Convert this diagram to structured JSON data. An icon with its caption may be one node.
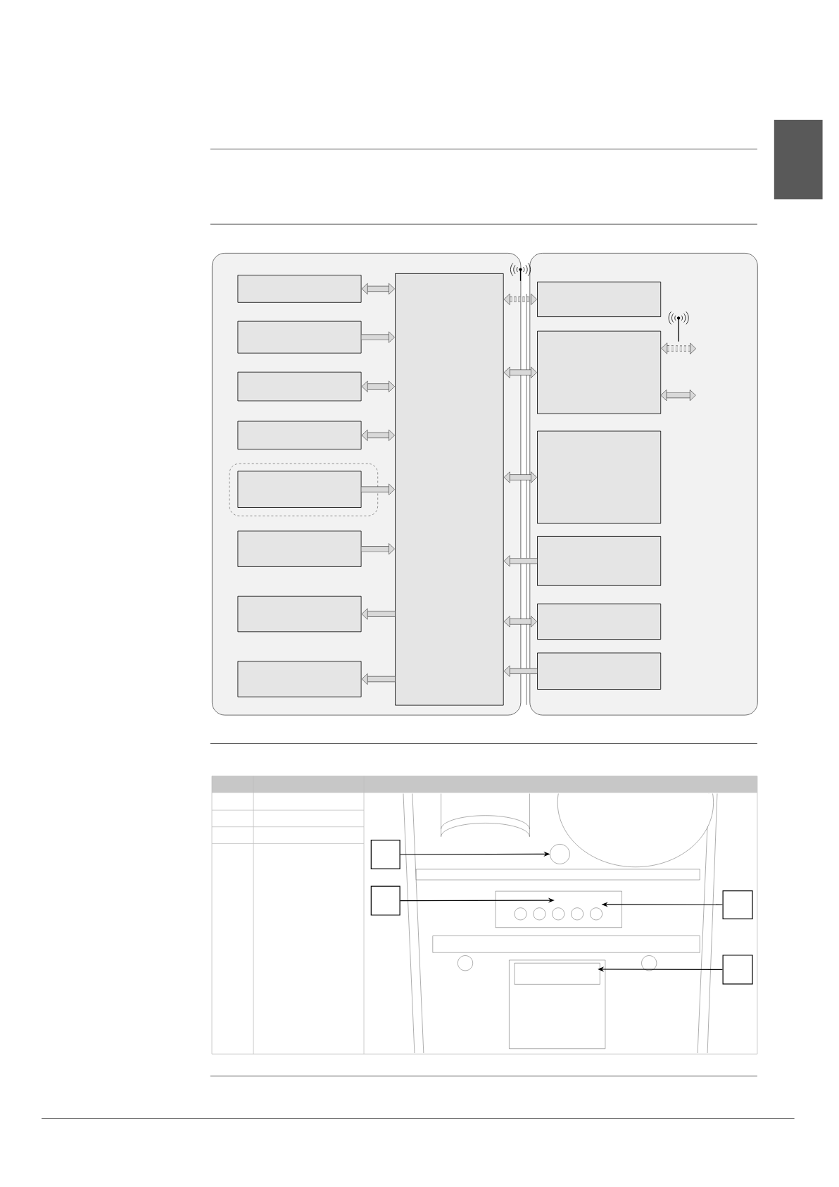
{
  "diagram": {
    "nodes": [
      {
        "text": [],
        "shape": "box"
      },
      {
        "text": [],
        "shape": "box",
        "in": 0
      },
      {
        "text": [],
        "shape": "box",
        "in": 0
      },
      {
        "text": [],
        "shape": "box",
        "in": 0
      },
      {
        "text": [],
        "shape": "box",
        "in": 0
      },
      {
        "text": [],
        "shape": "box",
        "in": 0
      },
      {
        "text": [],
        "shape": "box",
        "in": 5
      },
      {
        "text": [],
        "shape": "box",
        "in": 0
      },
      {
        "text": [],
        "shape": "box",
        "in": 0
      },
      {
        "text": [],
        "shape": "box",
        "in": 0
      },
      {
        "text": [],
        "shape": "box",
        "in": 0
      },
      {
        "text": [],
        "shape": "box"
      },
      {
        "text": [],
        "shape": "box",
        "in": 11
      },
      {
        "text": [],
        "shape": "box",
        "in": 11
      },
      {
        "text": [],
        "shape": "box",
        "in": 11
      },
      {
        "text": [],
        "shape": "box",
        "in": 11
      },
      {
        "text": [],
        "shape": "box",
        "in": 11
      },
      {
        "text": [],
        "shape": "box",
        "in": 11
      },
      {
        "text": [],
        "shape": "box"
      },
      {
        "text": [],
        "shape": "box"
      },
      {
        "text": [],
        "shape": "box"
      },
      {
        "text": [],
        "shape": "box"
      },
      {
        "text": [],
        "shape": "bar"
      },
      {
        "text": [],
        "shape": "antenna",
        "in": 11
      }
    ],
    "edges": [
      {
        "from": 1,
        "to": 10,
        "arrow": "both"
      },
      {
        "from": 2,
        "to": 10,
        "arrow": "to"
      },
      {
        "from": 3,
        "to": 10,
        "arrow": "both"
      },
      {
        "from": 4,
        "to": 10,
        "arrow": "both"
      },
      {
        "from": 6,
        "to": 10,
        "arrow": "to"
      },
      {
        "from": 7,
        "to": 10,
        "arrow": "to"
      },
      {
        "from": 10,
        "to": 8,
        "arrow": "to"
      },
      {
        "from": 10,
        "to": 9,
        "arrow": "to"
      },
      {
        "from": 10,
        "to": 12,
        "arrow": "both",
        "style": "dashed"
      },
      {
        "from": 10,
        "to": 13,
        "arrow": "both"
      },
      {
        "from": 10,
        "to": 14,
        "arrow": "both"
      },
      {
        "from": 15,
        "to": 10,
        "arrow": "to"
      },
      {
        "from": 10,
        "to": 16,
        "arrow": "both"
      },
      {
        "from": 17,
        "to": 10,
        "arrow": "to"
      },
      {
        "from": 13,
        "to": 23,
        "arrow": "both",
        "style": "dashed"
      },
      {
        "from": 13,
        "to": null,
        "arrow": "both"
      },
      {
        "from": 18,
        "to": null,
        "arrow": "to"
      },
      {
        "from": 19,
        "to": null,
        "arrow": "to"
      },
      {
        "from": 20,
        "to": null,
        "arrow": "to"
      },
      {
        "from": 21,
        "to": null,
        "arrow": "to"
      }
    ]
  }
}
